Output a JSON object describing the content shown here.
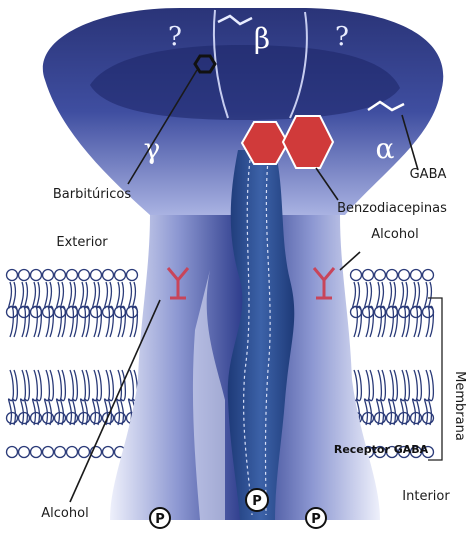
{
  "labels": {
    "barbituricos": "Barbitúricos",
    "benzodiacepinas": "Benzodiacepinas",
    "gaba": "GABA",
    "exterior": "Exterior",
    "alcohol_top": "Alcohol",
    "alcohol_bottom": "Alcohol",
    "membrana": "Membrana",
    "receptor_gaba": "Receptor GABA",
    "interior": "Interior"
  },
  "subunits": {
    "beta": "β",
    "gamma": "γ",
    "alpha": "α",
    "unknown_left": "?",
    "unknown_right": "?"
  },
  "phosphate": {
    "left": "P",
    "center": "P",
    "right": "P"
  },
  "colors": {
    "receptor_dark": "#1f2a6e",
    "receptor_mid": "#4a5aa8",
    "receptor_light": "#c9cfee",
    "binding_site": "#d03a3a",
    "channel": "#2e4f8f"
  }
}
